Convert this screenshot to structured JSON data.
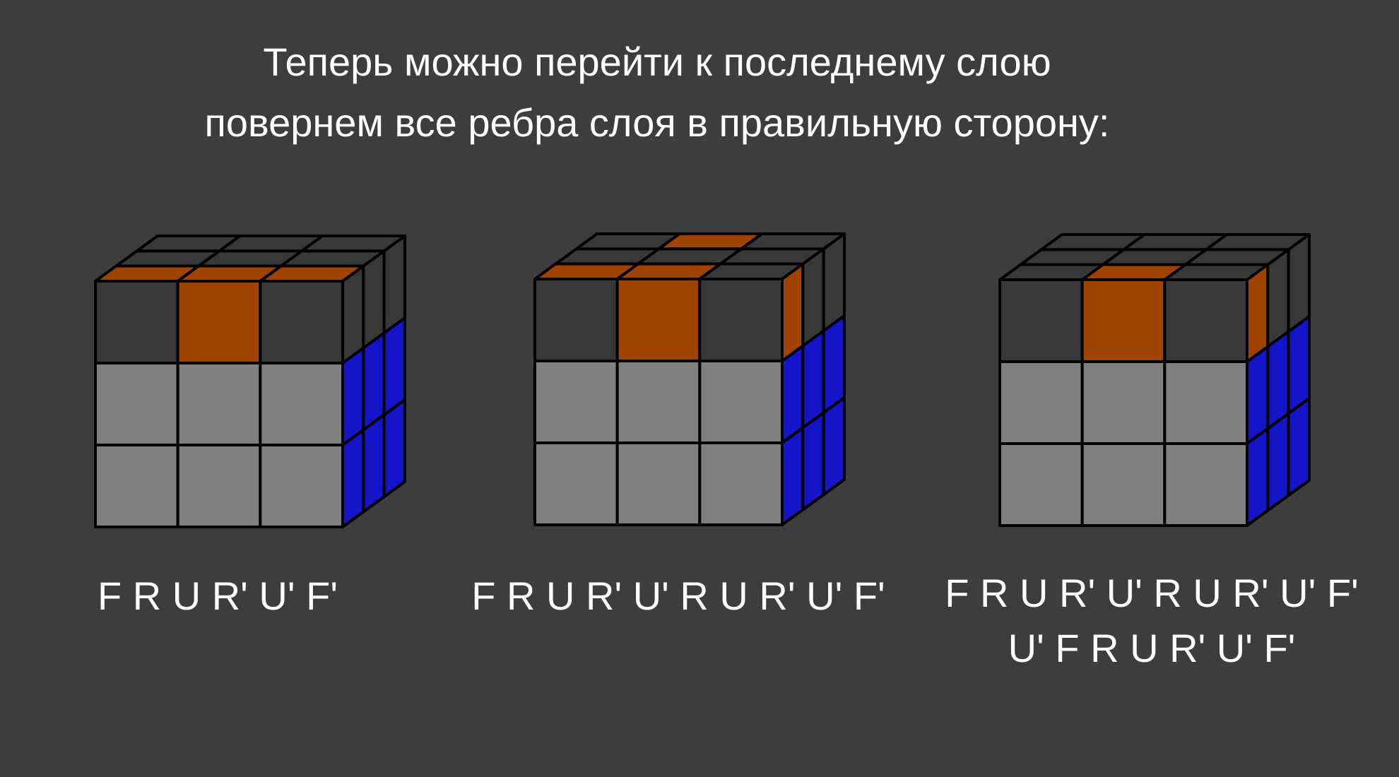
{
  "heading": {
    "line1": "Теперь можно перейти к последнему слою",
    "line2": "повернем все ребра слоя в правильную сторону:"
  },
  "colors": {
    "background": "#3d3d3d",
    "dark": "#383838",
    "orange": "#a14300",
    "gray": "#808080",
    "blue": "#1414c8",
    "edge": "#000000"
  },
  "cubes": [
    {
      "top": [
        [
          "dark",
          "dark",
          "dark"
        ],
        [
          "dark",
          "dark",
          "dark"
        ],
        [
          "orange",
          "orange",
          "orange"
        ]
      ],
      "front": [
        [
          "dark",
          "orange",
          "dark"
        ],
        [
          "gray",
          "gray",
          "gray"
        ],
        [
          "gray",
          "gray",
          "gray"
        ]
      ],
      "right": [
        [
          "dark",
          "dark",
          "dark"
        ],
        [
          "blue",
          "blue",
          "blue"
        ],
        [
          "blue",
          "blue",
          "blue"
        ]
      ],
      "algorithm": "F R U R' U' F'"
    },
    {
      "top": [
        [
          "dark",
          "orange",
          "dark"
        ],
        [
          "dark",
          "dark",
          "dark"
        ],
        [
          "orange",
          "orange",
          "dark"
        ]
      ],
      "front": [
        [
          "dark",
          "orange",
          "dark"
        ],
        [
          "gray",
          "gray",
          "gray"
        ],
        [
          "gray",
          "gray",
          "gray"
        ]
      ],
      "right": [
        [
          "orange",
          "dark",
          "dark"
        ],
        [
          "blue",
          "blue",
          "blue"
        ],
        [
          "blue",
          "blue",
          "blue"
        ]
      ],
      "algorithm": "F R U R' U' R U R' U' F'"
    },
    {
      "top": [
        [
          "dark",
          "dark",
          "dark"
        ],
        [
          "dark",
          "dark",
          "dark"
        ],
        [
          "dark",
          "orange",
          "dark"
        ]
      ],
      "front": [
        [
          "dark",
          "orange",
          "dark"
        ],
        [
          "gray",
          "gray",
          "gray"
        ],
        [
          "gray",
          "gray",
          "gray"
        ]
      ],
      "right": [
        [
          "orange",
          "dark",
          "dark"
        ],
        [
          "blue",
          "blue",
          "blue"
        ],
        [
          "blue",
          "blue",
          "blue"
        ]
      ],
      "algorithm_line1": "F R U R' U' R U R' U' F'",
      "algorithm_line2": "U' F R U R' U' F'"
    }
  ]
}
